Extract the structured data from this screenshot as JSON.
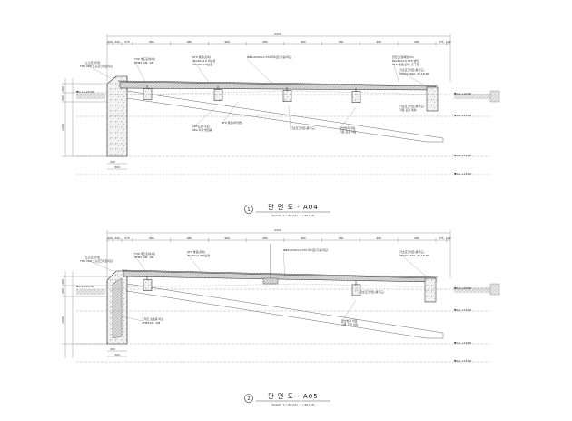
{
  "sections": [
    {
      "number": "1",
      "title": "단  면  도 - A04",
      "scale": "SCALE : 1 / 30 (A1) · 1 / 60 (A3)",
      "top_dims": [
        "200",
        "300",
        "375",
        "980",
        "980",
        "980",
        "980",
        "980",
        "980",
        "980",
        "980",
        "375",
        "100"
      ],
      "overall_dim": "9420",
      "left_dims": [
        "400",
        "400",
        "1200"
      ],
      "bottom_dims": [
        "200",
        "300"
      ],
      "labels": [
        "노출콘크리트",
        "THK 100 노출콘크리트마감",
        "T30 석조포세(세)",
        "2FMX 1/B, 1/B",
        "STS 앵글(포세)",
        "40x40x4.0 비슷면",
        "50x70x3 비슷면",
        "Φ80x630mm STS 파이프(가공)마감",
        "판전고(일체형)3m",
        "40x40x2.0 STS 밴딩",
        "STS 앵글(포세) 공구용",
        "기초콘크리트(틀기도)",
        "3000x1000, 25-18-80",
        "10T도장(각포)",
        "STS 앵글(바닥면)",
        "2EA 지지 받침용",
        "기초콘크리트(틀기도)",
        "잡초방지 마감",
        "기존 포장 마감",
        "기초콘크리트(틀기도)",
        "기존 포장 제외"
      ],
      "levels": [
        "▼G.L.+20.00",
        "▼G.L.+19.50",
        "▼G.L.+19.30",
        "▼G.L.+15.50"
      ]
    },
    {
      "number": "2",
      "title": "단  면  도 - A05",
      "scale": "SCALE : 1 / 30 (A1) · 1 / 60 (A3)",
      "top_dims": [
        "200",
        "300",
        "375",
        "980",
        "980",
        "980",
        "980",
        "980",
        "980",
        "980",
        "980",
        "375",
        "100"
      ],
      "overall_dim": "9420",
      "left_dims": [
        "400",
        "400",
        "1200"
      ],
      "bottom_dims": [
        "200",
        "300"
      ],
      "labels": [
        "노출콘크리트",
        "THK 100 노출콘크리트마감",
        "T30 석조포세(세)",
        "2FMX 1/B, 1/B",
        "STS 앵글(포세)",
        "40x40x4.0 비슷면",
        "Φ80x630mm STS 파이프(가공)마감",
        "기초콘크리트(틀기도)",
        "3000x1000, 25-18-80",
        "기초콘크리트(틀기도)",
        "잡초방지 마감",
        "기존 포장 마감",
        "조적조 보호층 마감",
        "2FMX1/B, 1/B"
      ],
      "levels": [
        "▼G.L.+20.00",
        "▼G.L.+19.50",
        "▼G.L.+19.30",
        "▼G.L.+15.50"
      ]
    }
  ]
}
